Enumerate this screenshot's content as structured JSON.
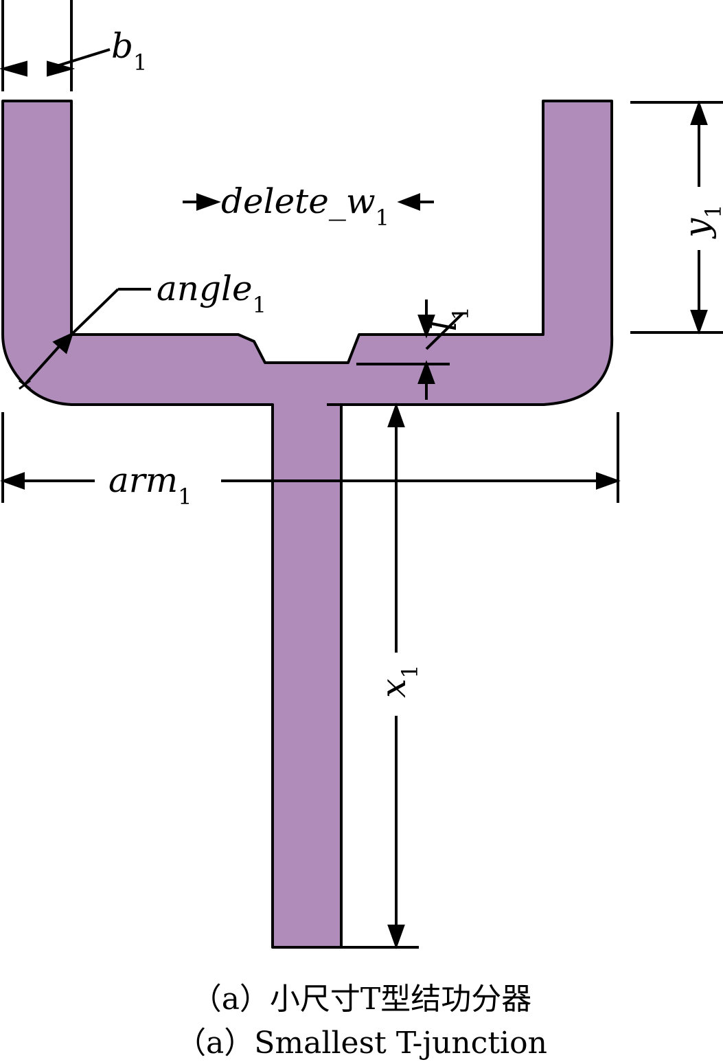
{
  "diagram": {
    "fill_color": "#AF8CB9",
    "outline_color": "#000000",
    "labels": {
      "b": "b",
      "b_sub": "1",
      "delete_w": "delete_w",
      "delete_w_sub": "1",
      "angle": "angle",
      "angle_sub": "1",
      "l": "l",
      "l_sub": "1",
      "y": "y",
      "y_sub": "1",
      "arm": "arm",
      "arm_sub": "1",
      "x": "x",
      "x_sub": "1"
    }
  },
  "caption": {
    "chinese": "（a）小尺寸T型结功分器",
    "english": "（a）Smallest T-junction"
  }
}
